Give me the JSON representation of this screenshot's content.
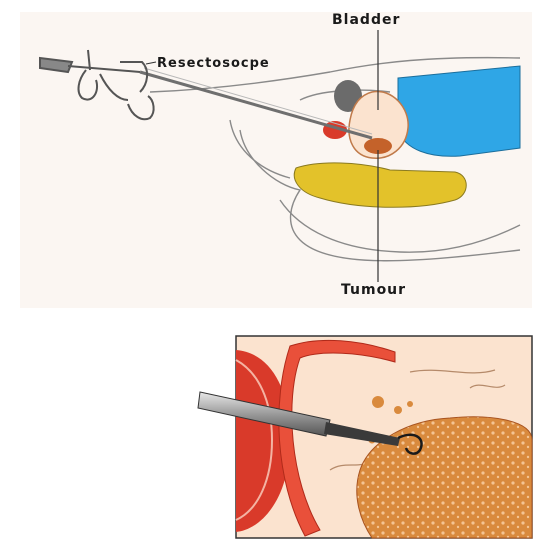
{
  "labels": {
    "bladder": "Bladder",
    "resectoscope": "Resectosocpe",
    "tumour": "Tumour"
  },
  "colors": {
    "background": "#ffffff",
    "panel_bg": "#fbf6f2",
    "bladder_fill": "#fbe3cf",
    "tumour": "#d98a3d",
    "bowel": "#e3c22a",
    "blue_organ": "#2fa6e6",
    "red_tissue": "#d93a2a",
    "instrument": "#6f6f6f"
  }
}
